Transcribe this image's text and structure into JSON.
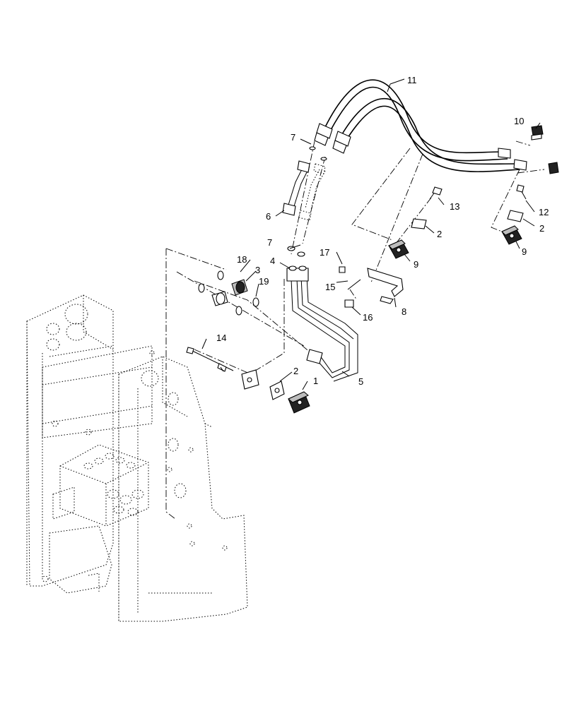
{
  "callouts": {
    "c1": "1",
    "c2a": "2",
    "c2b": "2",
    "c2c": "2",
    "c3": "3",
    "c4": "4",
    "c5": "5",
    "c6": "6",
    "c7a": "7",
    "c7b": "7",
    "c8": "8",
    "c9a": "9",
    "c9b": "9",
    "c10": "10",
    "c11": "11",
    "c12": "12",
    "c13": "13",
    "c14": "14",
    "c15": "15",
    "c16": "16",
    "c17": "17",
    "c18": "18",
    "c19": "19"
  }
}
